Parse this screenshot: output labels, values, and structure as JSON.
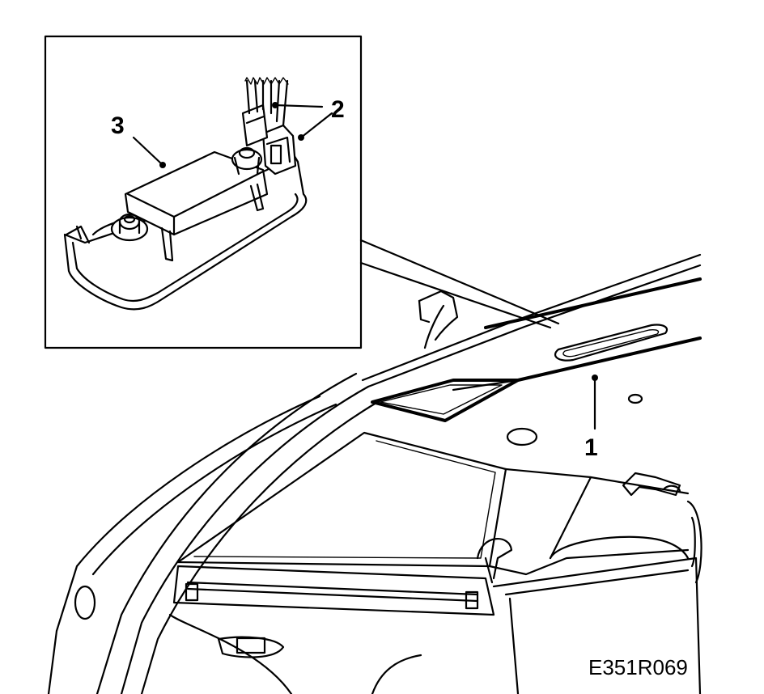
{
  "callouts": {
    "item_1": "1",
    "item_2": "2",
    "item_3": "3"
  },
  "figure_code": "E351R069",
  "colors": {
    "line": "#000000",
    "background": "#ffffff"
  }
}
